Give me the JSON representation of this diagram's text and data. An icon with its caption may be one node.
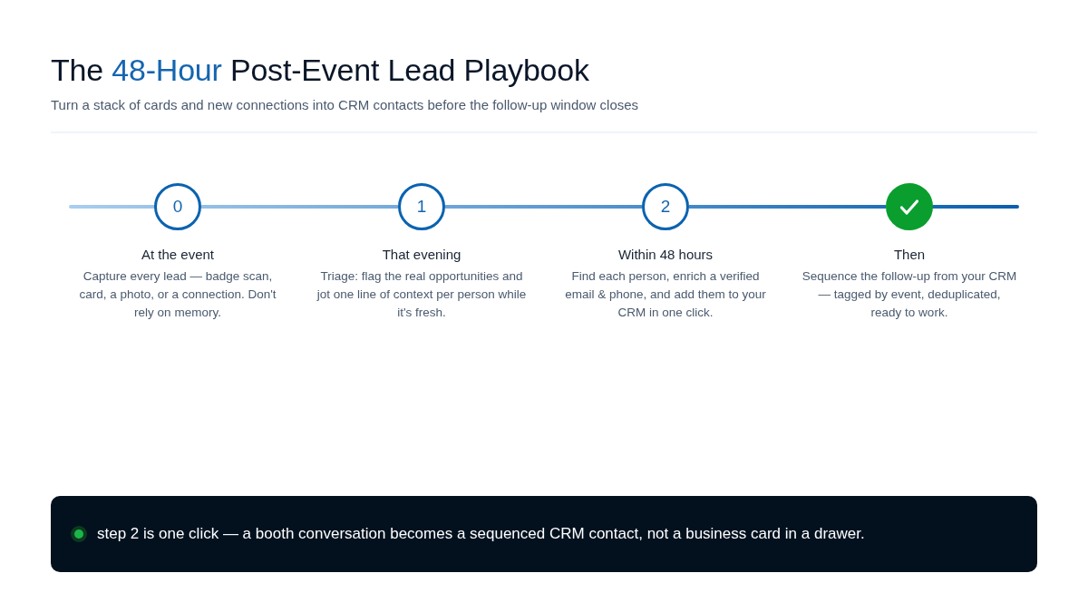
{
  "diagram": {
    "title": "The **48-Hour** Post-Event Lead Playbook",
    "labels": [
      "Turn a stack of cards and new connections into CRM contacts before the follow-up window closes"
    ],
    "nodes": [
      {
        "text": [
          "0"
        ],
        "beside": [
          "At the event",
          "Capture every lead — badge scan, card, a photo, or a connection. Don't rely on memory."
        ]
      },
      {
        "text": [
          "1"
        ],
        "beside": [
          "That evening",
          "Triage: flag the real opportunities and jot one line of context per person while it's fresh."
        ]
      },
      {
        "text": [
          "2"
        ],
        "beside": [
          "Within 48 hours",
          "Find each person, enrich a verified email & phone, and add them to your CRM in one click."
        ]
      },
      {
        "text": [],
        "shape": "circle",
        "beside": [
          "Then",
          "Sequence the follow-up from your CRM — tagged by event, deduplicated, ready to work."
        ]
      },
      {
        "text": [
          "step 2 is one click — a booth conversation becomes a sequenced CRM contact, not a business card in a drawer."
        ]
      }
    ],
    "edges": [
      {
        "from": null,
        "to": 0,
        "arrow": "none"
      },
      {
        "from": 0,
        "to": 1,
        "arrow": "none"
      },
      {
        "from": 1,
        "to": 2,
        "arrow": "none"
      },
      {
        "from": 2,
        "to": 3,
        "arrow": "none"
      },
      {
        "from": 3,
        "to": null,
        "arrow": "none"
      }
    ]
  }
}
